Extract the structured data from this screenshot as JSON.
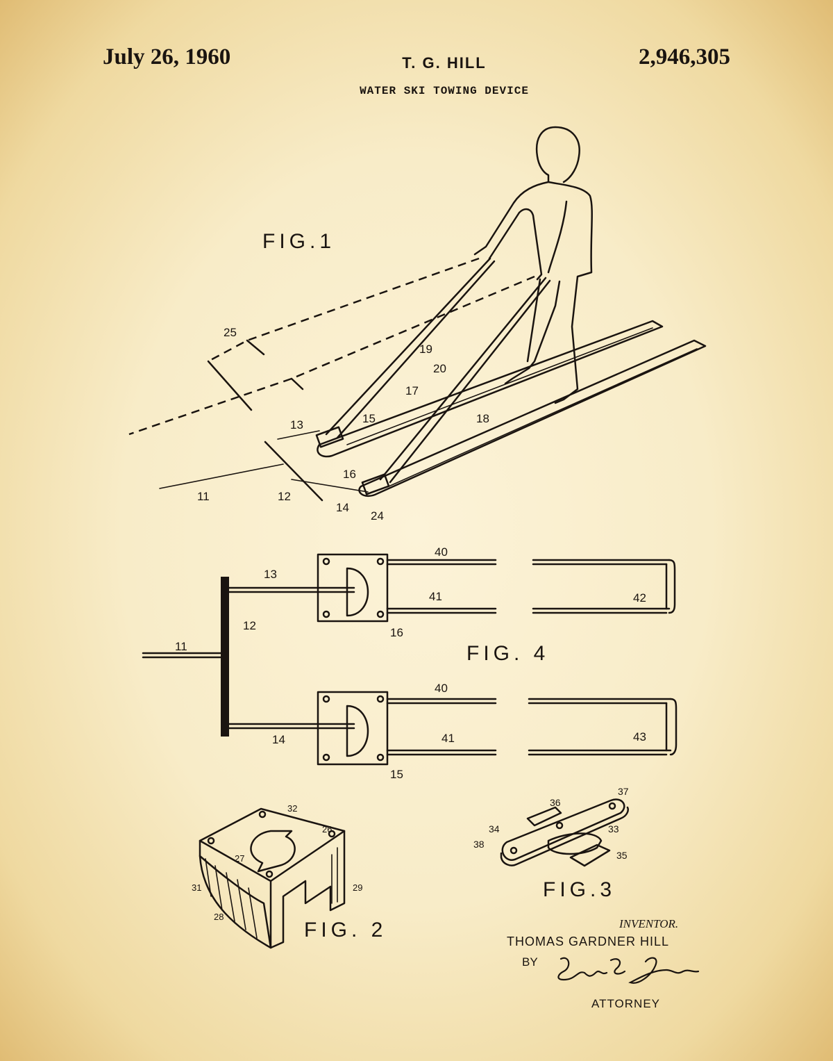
{
  "header": {
    "date": "July 26, 1960",
    "inventor_short": "T. G. HILL",
    "patent_number": "2,946,305",
    "title": "WATER SKI TOWING DEVICE"
  },
  "figures": {
    "fig1": {
      "label": "FIG.1",
      "refs": [
        "25",
        "19",
        "20",
        "17",
        "15",
        "13",
        "18",
        "16",
        "11",
        "12",
        "14",
        "24"
      ]
    },
    "fig4": {
      "label": "FIG. 4",
      "refs": [
        "40",
        "13",
        "41",
        "42",
        "12",
        "16",
        "11",
        "40",
        "14",
        "43",
        "41",
        "15"
      ]
    },
    "fig2": {
      "label": "FIG. 2",
      "refs": [
        "32",
        "26",
        "27",
        "31",
        "29",
        "28"
      ]
    },
    "fig3": {
      "label": "FIG.3",
      "refs": [
        "37",
        "36",
        "34",
        "33",
        "38",
        "35"
      ]
    }
  },
  "signature_block": {
    "inventor_label": "INVENTOR.",
    "inventor_name": "THOMAS GARDNER HILL",
    "by_label": "BY",
    "attorney_label": "ATTORNEY"
  },
  "colors": {
    "paper": "#f8ecc8",
    "ink": "#1a1410",
    "edge": "#e0bc74"
  }
}
